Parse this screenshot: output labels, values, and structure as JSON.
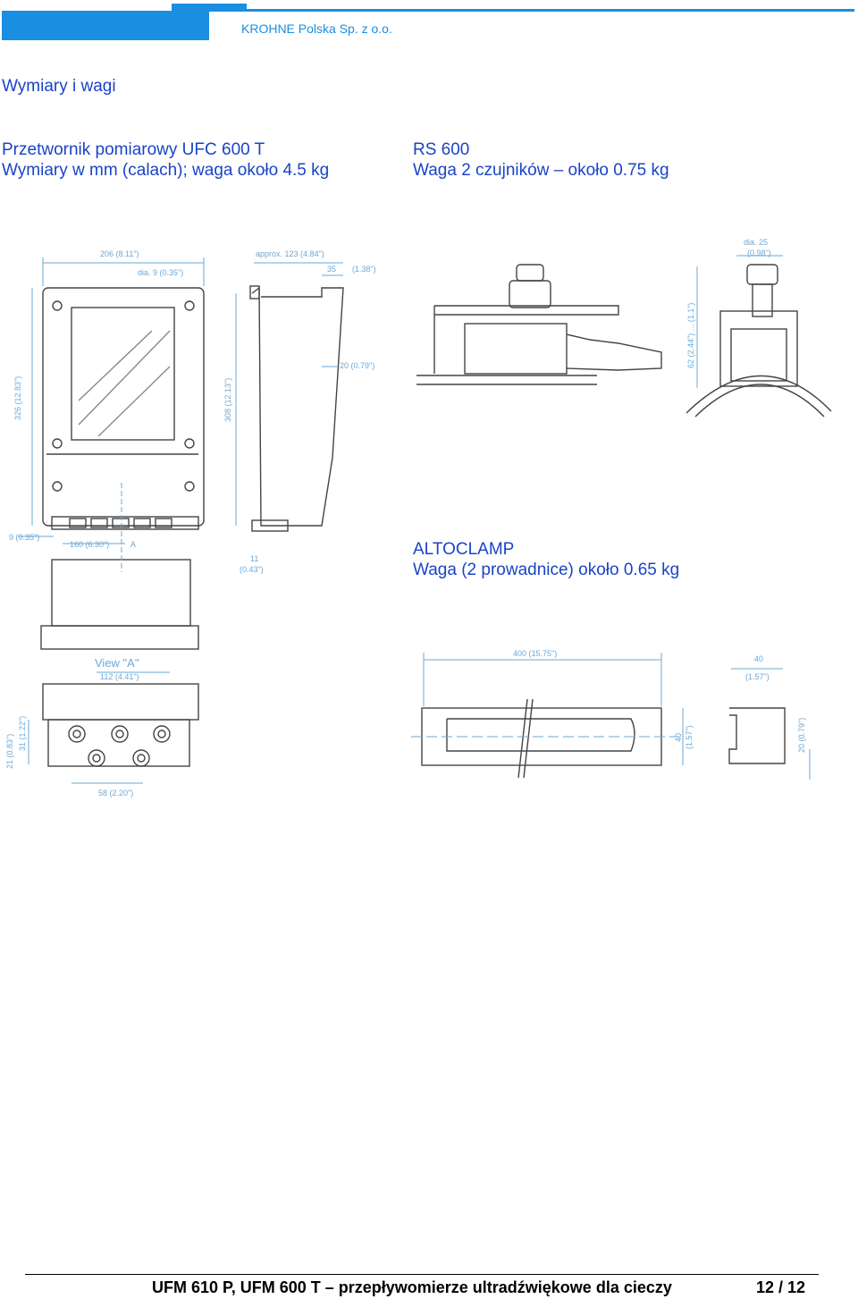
{
  "header": {
    "company": "KROHNE Polska Sp. z  o.o."
  },
  "section_title": "Wymiary i wagi",
  "ufc": {
    "title": "Przetwornik pomiarowy UFC 600 T",
    "subtitle": "Wymiary w mm (calach); waga około 4.5 kg"
  },
  "rs": {
    "title": "RS 600",
    "subtitle": "Waga 2 czujników – około 0.75 kg"
  },
  "altoclamp": {
    "title": "ALTOCLAMP",
    "subtitle": "Waga (2 prowadnice) około 0.65 kg"
  },
  "drawing_labels": {
    "w206": "206 (8.11\")",
    "dia9": "dia. 9 (0.35\")",
    "approx123": "approx. 123 (4.84\")",
    "d35": "35",
    "d138": "(1.38\")",
    "d20": "20 (0.79\")",
    "h326": "326 (12.83\")",
    "h308": "308 (12.13\")",
    "d9": "9 (0.35\")",
    "d160": "160 (6.30\")",
    "a": "A",
    "d11a": "11",
    "d11b": "(0.43\")",
    "view": "View \"A\"",
    "d112": "112 (4.41\")",
    "d21": "21 (0.83\")",
    "d31": "31 (1.22\")",
    "d58": "58 (2.20\")",
    "dia25a": "dia. 25",
    "dia25b": "(0.98\")",
    "d62": "62 (2.44\") ... (1.1\")",
    "d400": "400 (15.75\")",
    "d40a": "40",
    "d40b": "(1.57\")",
    "d40c": "40",
    "d40d": "(1.57\")",
    "d20v": "20 (0.79\")"
  },
  "footer": {
    "text": "UFM 610 P, UFM 600 T – przepływomierze ultradźwiękowe dla cieczy",
    "page": "12 / 12"
  }
}
